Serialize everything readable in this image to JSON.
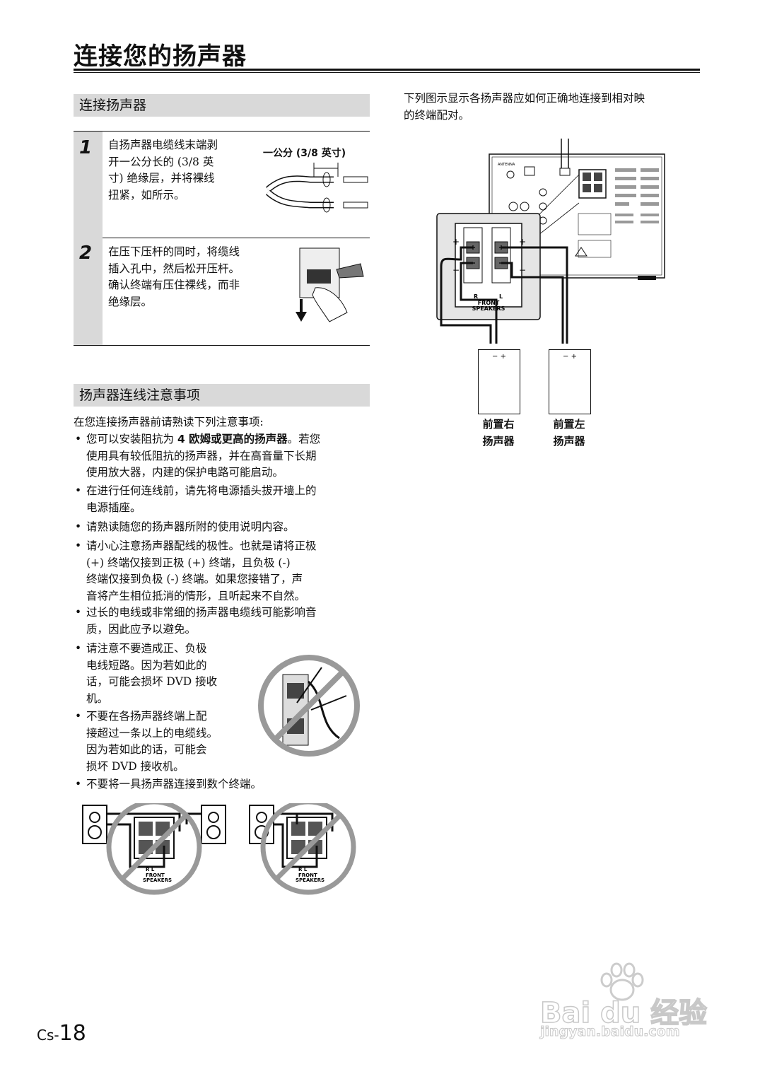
{
  "page_title": "连接您的扬声器",
  "section1": {
    "heading": "连接扬声器",
    "step1": {
      "number": "1",
      "lines": [
        "自扬声器电缆线末端剥",
        "开一公分长的 (3/8 英",
        "寸) 绝缘层，并将裸线",
        "扭紧，如所示。"
      ],
      "fig_label": "一公分 (3/8 英寸)"
    },
    "step2": {
      "number": "2",
      "lines": [
        "在压下压杆的同时，将缆线",
        "插入孔中，然后松开压杆。",
        "确认终端有压住裸线，而非",
        "绝缘层。"
      ]
    }
  },
  "section2": {
    "heading": "扬声器连线注意事项",
    "intro": "在您连接扬声器前请熟读下列注意事项:",
    "b1": {
      "pre": "您可以安装阻抗为 ",
      "strong": "4 欧姆或更高的扬声器",
      "post": "。若您",
      "lines": [
        "使用具有较低阻抗的扬声器，并在高音量下长期",
        "使用放大器，内建的保护电路可能启动。"
      ]
    },
    "b2": [
      "在进行任何连线前，请先将电源插头拔开墙上的",
      "电源插座。"
    ],
    "b3": [
      "请熟读随您的扬声器所附的使用说明内容。"
    ],
    "b4": [
      "请小心注意扬声器配线的极性。也就是请将正极",
      "(+) 终端仅接到正极 (+) 终端，且负极 (-)",
      "终端仅接到负极 (-) 终端。如果您接错了，声",
      "音将产生相位抵消的情形，且听起来不自然。"
    ],
    "b5": [
      "过长的电线或非常细的扬声器电缆线可能影响音",
      "质，因此应予以避免。"
    ],
    "b6": [
      "请注意不要造成正、负极",
      "电线短路。因为若如此的",
      "话，可能会损坏 DVD 接收",
      "机。"
    ],
    "b7": [
      "不要在各扬声器终端上配",
      "接超过一条以上的电缆线。",
      "因为若如此的话，可能会",
      "损坏 DVD 接收机。"
    ],
    "b8": [
      "不要将一具扬声器连接到数个终端。"
    ]
  },
  "right": {
    "intro": [
      "下列图示显示各扬声器应如何正确地连接到相对映",
      "的终端配对。"
    ],
    "panel_labels": {
      "r": "R",
      "l": "L",
      "front": "FRONT",
      "speakers": "SPEAKERS",
      "plus": "+",
      "minus": "−",
      "antenna": "ANTENNA"
    },
    "speaker_right": [
      "前置右",
      "扬声器"
    ],
    "speaker_left": [
      "前置左",
      "扬声器"
    ],
    "terminal_marks": "− +"
  },
  "page_number": {
    "prefix": "Cs-",
    "num": "18"
  },
  "watermark": {
    "brand": "Bai du 经验",
    "url": "jingyan.baidu.com"
  }
}
